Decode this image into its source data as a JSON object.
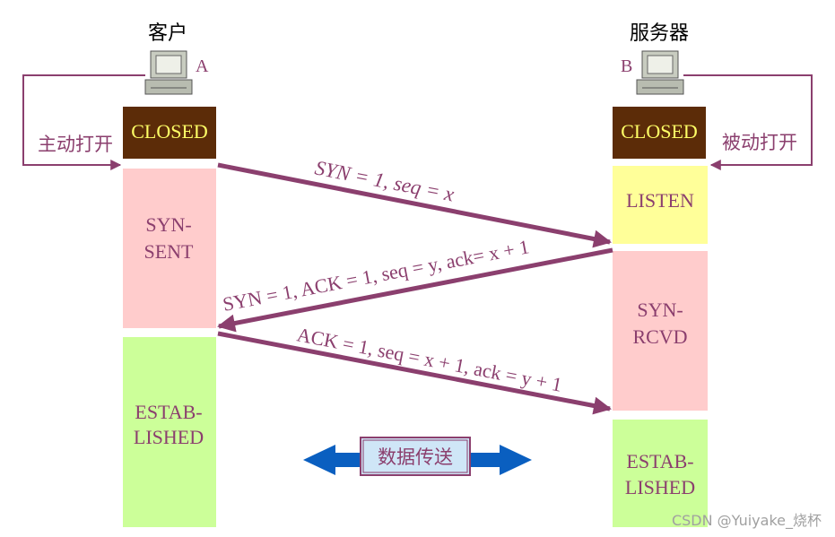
{
  "client": {
    "title": "客户",
    "host_label": "A",
    "open_label": "主动打开"
  },
  "server": {
    "title": "服务器",
    "host_label": "B",
    "open_label": "被动打开"
  },
  "client_states": [
    "CLOSED",
    "SYN-",
    "SENT",
    "ESTAB-",
    "LISHED"
  ],
  "server_states": [
    "CLOSED",
    "LISTEN",
    "SYN-",
    "RCVD",
    "ESTAB-",
    "LISHED"
  ],
  "messages": [
    "SYN = 1, seq = x",
    "SYN = 1, ACK = 1, seq = y, ack= x + 1",
    "ACK = 1, seq = x + 1, ack = y + 1"
  ],
  "data_transfer_label": "数据传送",
  "watermark": "CSDN @Yuiyake_烧杯",
  "colors": {
    "closed_fill": "#5c2c08",
    "closed_text": "#ffff66",
    "listen_fill": "#ffff99",
    "syn_fill": "#ffcccc",
    "established_fill": "#ccff99",
    "arrow": "#8b3f6e",
    "state_text": "#8b3f6e",
    "data_arrow": "#0a5fc0",
    "data_box_fill": "#cfe6f7",
    "data_box_border": "#8b3f6e"
  }
}
